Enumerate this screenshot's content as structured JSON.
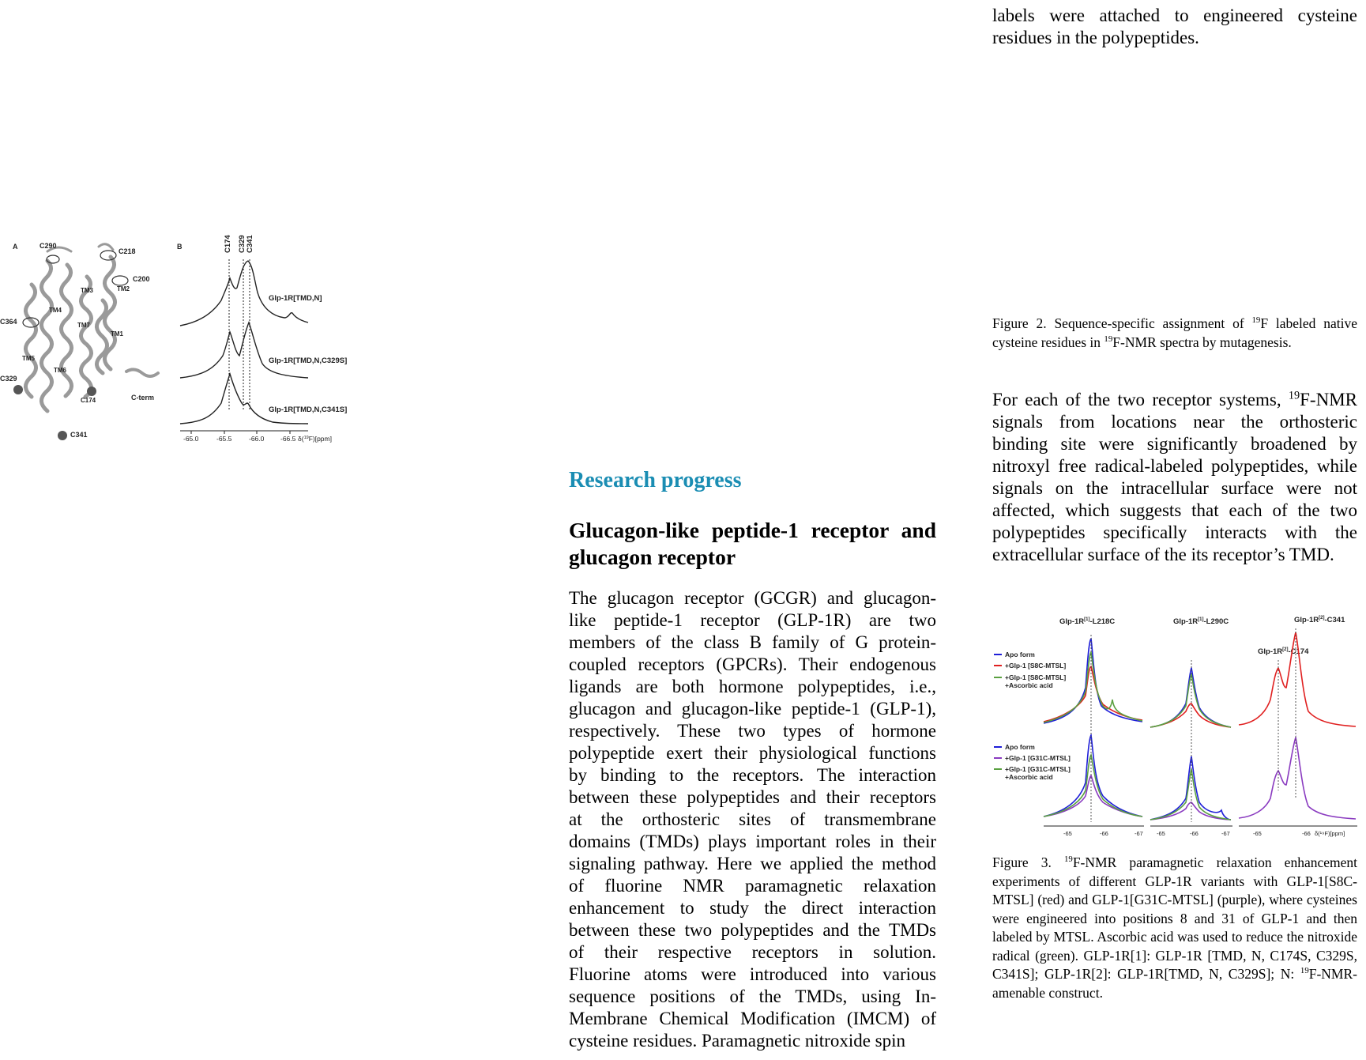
{
  "col3_top": {
    "paragraph": "labels were attached to engineered cysteine residues in the polypeptides."
  },
  "figure2": {
    "panel_a_label": "A",
    "panel_b_label": "B",
    "structure_labels": [
      "C290",
      "C218",
      "C200",
      "TM2",
      "TM3",
      "TM4",
      "C364",
      "TM7",
      "TM1",
      "TM5",
      "TM6",
      "C329",
      "C174",
      "C-term",
      "C341"
    ],
    "peak_labels": [
      "C174",
      "C329",
      "C341"
    ],
    "traces": [
      "Glp-1R[TMD,N]",
      "Glp-1R[TMD,N,C329S]",
      "Glp-1R[TMD,N,C341S]"
    ],
    "x_ticks": [
      "-65.0",
      "-65.5",
      "-66.0",
      "-66.5"
    ],
    "x_unit_prefix": "δ(",
    "x_unit_sup": "19",
    "x_unit_suffix": "F)[ppm]",
    "caption_prefix": "Figure 2. Sequence-specific assignment of ",
    "caption_sup": "19",
    "caption_mid": "F labeled native cysteine residues in ",
    "caption_sup2": "19",
    "caption_suffix": "F-NMR spectra by mutagenesis."
  },
  "col3_para2": {
    "pre": "For each of the two receptor systems, ",
    "sup": "19",
    "post": "F-NMR signals from locations near the orthosteric binding site were significantly broadened by nitroxyl free radical-labeled polypeptides, while signals on the intracellular surface were not affected, which suggests that each of the two polypeptides specifically interacts with the extracellular surface of the its receptor’s TMD."
  },
  "section_heading": "Research progress",
  "article_title": "Glucagon-like peptide-1 receptor and glucagon receptor",
  "main_paragraph_lines": [
    "The glucagon receptor (GCGR) and  glucagon-",
    "like  peptide-1  receptor  (GLP-1R)  are   two",
    "members of the class B family of G protein-",
    "coupled receptors (GPCRs). Their endogenous",
    "ligands  are  both  hormone  polypeptides,  i.e.,",
    "glucagon and glucagon-like peptide-1 (GLP-1),",
    "respectively.  These  two  types  of  hormone",
    "polypeptide exert their physiological functions",
    "by  binding  to  the  receptors.  The  interaction",
    "between these polypeptides and their receptors",
    "at  the  orthosteric  sites  of  transmembrane",
    "domains (TMDs) plays important roles in their",
    "signaling pathway. Here we applied the method",
    "of  fluorine  NMR  paramagnetic  relaxation",
    "enhancement  to  study  the  direct  interaction",
    "between these two polypeptides and the TMDs",
    "of  their  respective  receptors  in  solution.",
    "Fluorine atoms were introduced into various",
    "sequence positions of the TMDs, using In-",
    "Membrane Chemical Modification (IMCM)  of",
    "cysteine residues. Paramagnetic nitroxide  spin"
  ],
  "figure3": {
    "col_titles": [
      {
        "pre": "Glp-1R",
        "sup": "[1]",
        "post": "-L218C"
      },
      {
        "pre": "Glp-1R",
        "sup": "[1]",
        "post": "-L290C"
      },
      {
        "pre": "Glp-1R",
        "sup": "[2]",
        "post": "-C341"
      }
    ],
    "c174_label": {
      "pre": "Glp-1R",
      "sup": "[2]",
      "post": "-C174"
    },
    "legend_top": [
      "Apo form",
      "+Glp-1 [S8C-MTSL]",
      "+Glp-1 [S8C-MTSL]",
      "+Ascorbic acid"
    ],
    "legend_bottom": [
      "Apo form",
      "+Glp-1 [G31C-MTSL]",
      "+Glp-1 [G31C-MTSL]",
      "+Ascorbic acid"
    ],
    "x_ticks_1": [
      "-65",
      "-66",
      "-67"
    ],
    "x_ticks_2": [
      "-65",
      "-66",
      "-67"
    ],
    "x_ticks_3": [
      "-65",
      "-66"
    ],
    "x_unit": "δ(¹⁹F)[ppm]",
    "colors": {
      "apo": "#1f1fd8",
      "s8c": "#e02020",
      "ascorbic": "#5aa040",
      "g31c": "#8a3bc0"
    }
  },
  "figure3_caption": {
    "t1": "Figure 3. ",
    "sup1": "19",
    "t2": "F-NMR paramagnetic relaxation enhancement experiments of different GLP-1R variants with GLP-1[S8C-MTSL] (red) and GLP-1[G31C-MTSL]  (purple), where cysteines were engineered into positions 8 and  31 of GLP-1 and then labeled by MTSL. Ascorbic acid was used to reduce the nitroxide radical (green). GLP-1R[1]: GLP-1R [TMD, N, C174S, C329S, C341S]; GLP-1R[2]: GLP-1R[TMD, N, C329S]; N: ",
    "sup2": "19",
    "t3": "F-NMR-amenable construct."
  }
}
